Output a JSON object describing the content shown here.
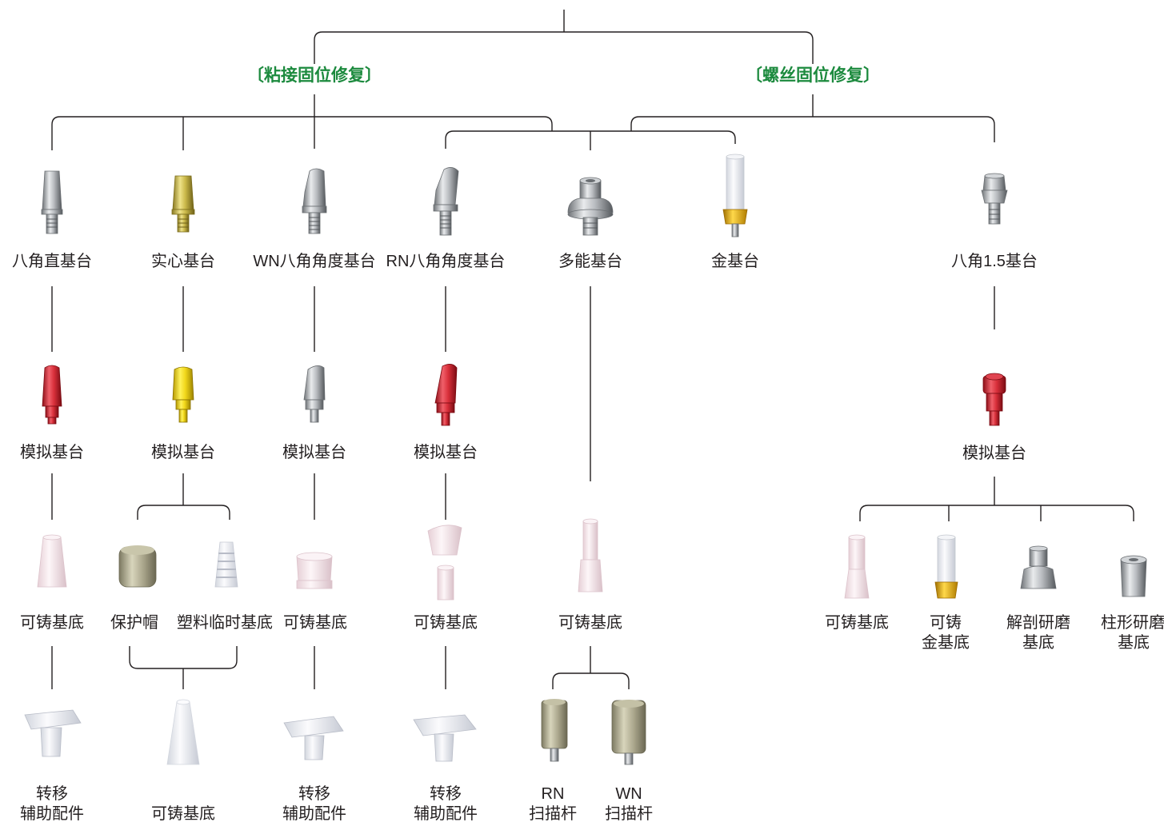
{
  "colors": {
    "line": "#231f20",
    "category": "#1c8a3e",
    "text": "#231f20"
  },
  "categories": {
    "cement": "〔粘接固位修复〕",
    "screw": "〔螺丝固位修复〕"
  },
  "level1": {
    "bajiao_zhi": "八角直基台",
    "shixin": "实心基台",
    "wn_jiaodu": "WN八角角度基台",
    "rn_jiaodu": "RN八角角度基台",
    "duoneng": "多能基台",
    "jin": "金基台",
    "bajiao_15": "八角1.5基台"
  },
  "level2": {
    "moni_1": "模拟基台",
    "moni_2": "模拟基台",
    "moni_3": "模拟基台",
    "moni_4": "模拟基台",
    "moni_5": "模拟基台"
  },
  "level3": {
    "kezhu_1": "可铸基底",
    "baohumao": "保护帽",
    "suliao": "塑料临时基底",
    "kezhu_3": "可铸基底",
    "kezhu_4": "可铸基底",
    "kezhu_5": "可铸基底",
    "kezhu_r1": "可铸基底",
    "kezhu_jin_1": "可铸",
    "kezhu_jin_2": "金基底",
    "jiepou_1": "解剖研磨",
    "jiepou_2": "基底",
    "zhuxing_1": "柱形研磨",
    "zhuxing_2": "基底"
  },
  "level4": {
    "zhuanyi1_a": "转移",
    "zhuanyi1_b": "辅助配件",
    "kezhu_2": "可铸基底",
    "zhuanyi3_a": "转移",
    "zhuanyi3_b": "辅助配件",
    "zhuanyi4_a": "转移",
    "zhuanyi4_b": "辅助配件",
    "rn_a": "RN",
    "rn_b": "扫描杆",
    "wn_a": "WN",
    "wn_b": "扫描杆"
  },
  "icons": [
    "abutment-silver-icon",
    "abutment-gold-icon",
    "angled-abutment-silver-icon",
    "multi-base-abutment-icon",
    "gold-abutment-icon",
    "analog-red-icon",
    "analog-yellow-icon",
    "analog-silver-icon",
    "castable-coping-icon",
    "protective-cap-icon",
    "plastic-temporary-coping-icon",
    "transfer-aid-icon",
    "scan-body-icon",
    "milling-base-icon"
  ]
}
